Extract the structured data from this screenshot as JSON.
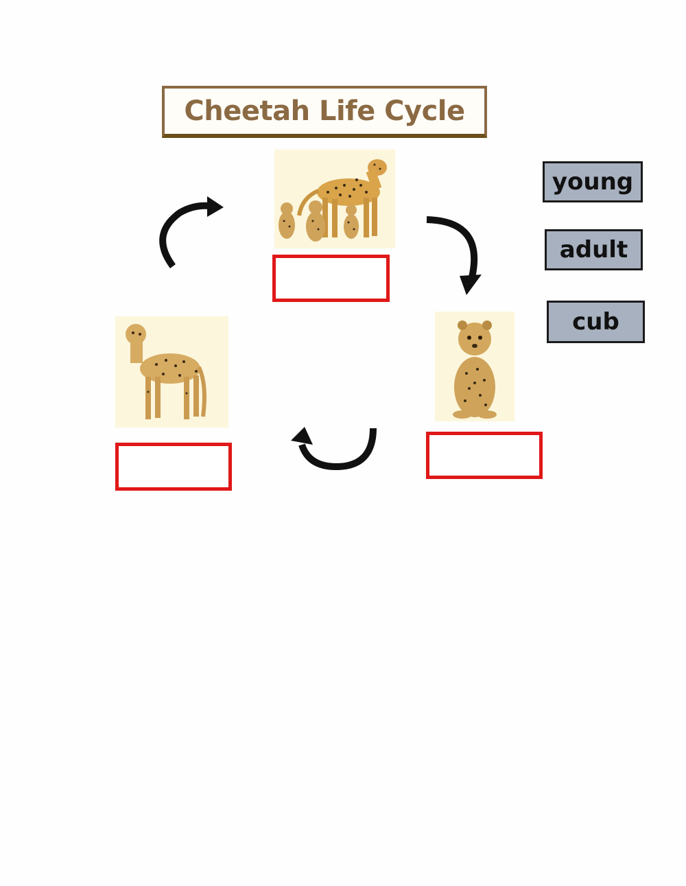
{
  "worksheet": {
    "title": "Cheetah Life Cycle"
  },
  "stages": [
    {
      "picture": "adult cheetah with cubs",
      "answer": ""
    },
    {
      "picture": "young cheetah cub sitting",
      "answer": ""
    },
    {
      "picture": "juvenile cheetah standing",
      "answer": ""
    }
  ],
  "word_bank": [
    {
      "label": "young"
    },
    {
      "label": "adult"
    },
    {
      "label": "cub"
    }
  ],
  "colors": {
    "drop_border": "#e01818",
    "tile_fill": "#a8b1c0",
    "title_color": "#8b6a43"
  }
}
